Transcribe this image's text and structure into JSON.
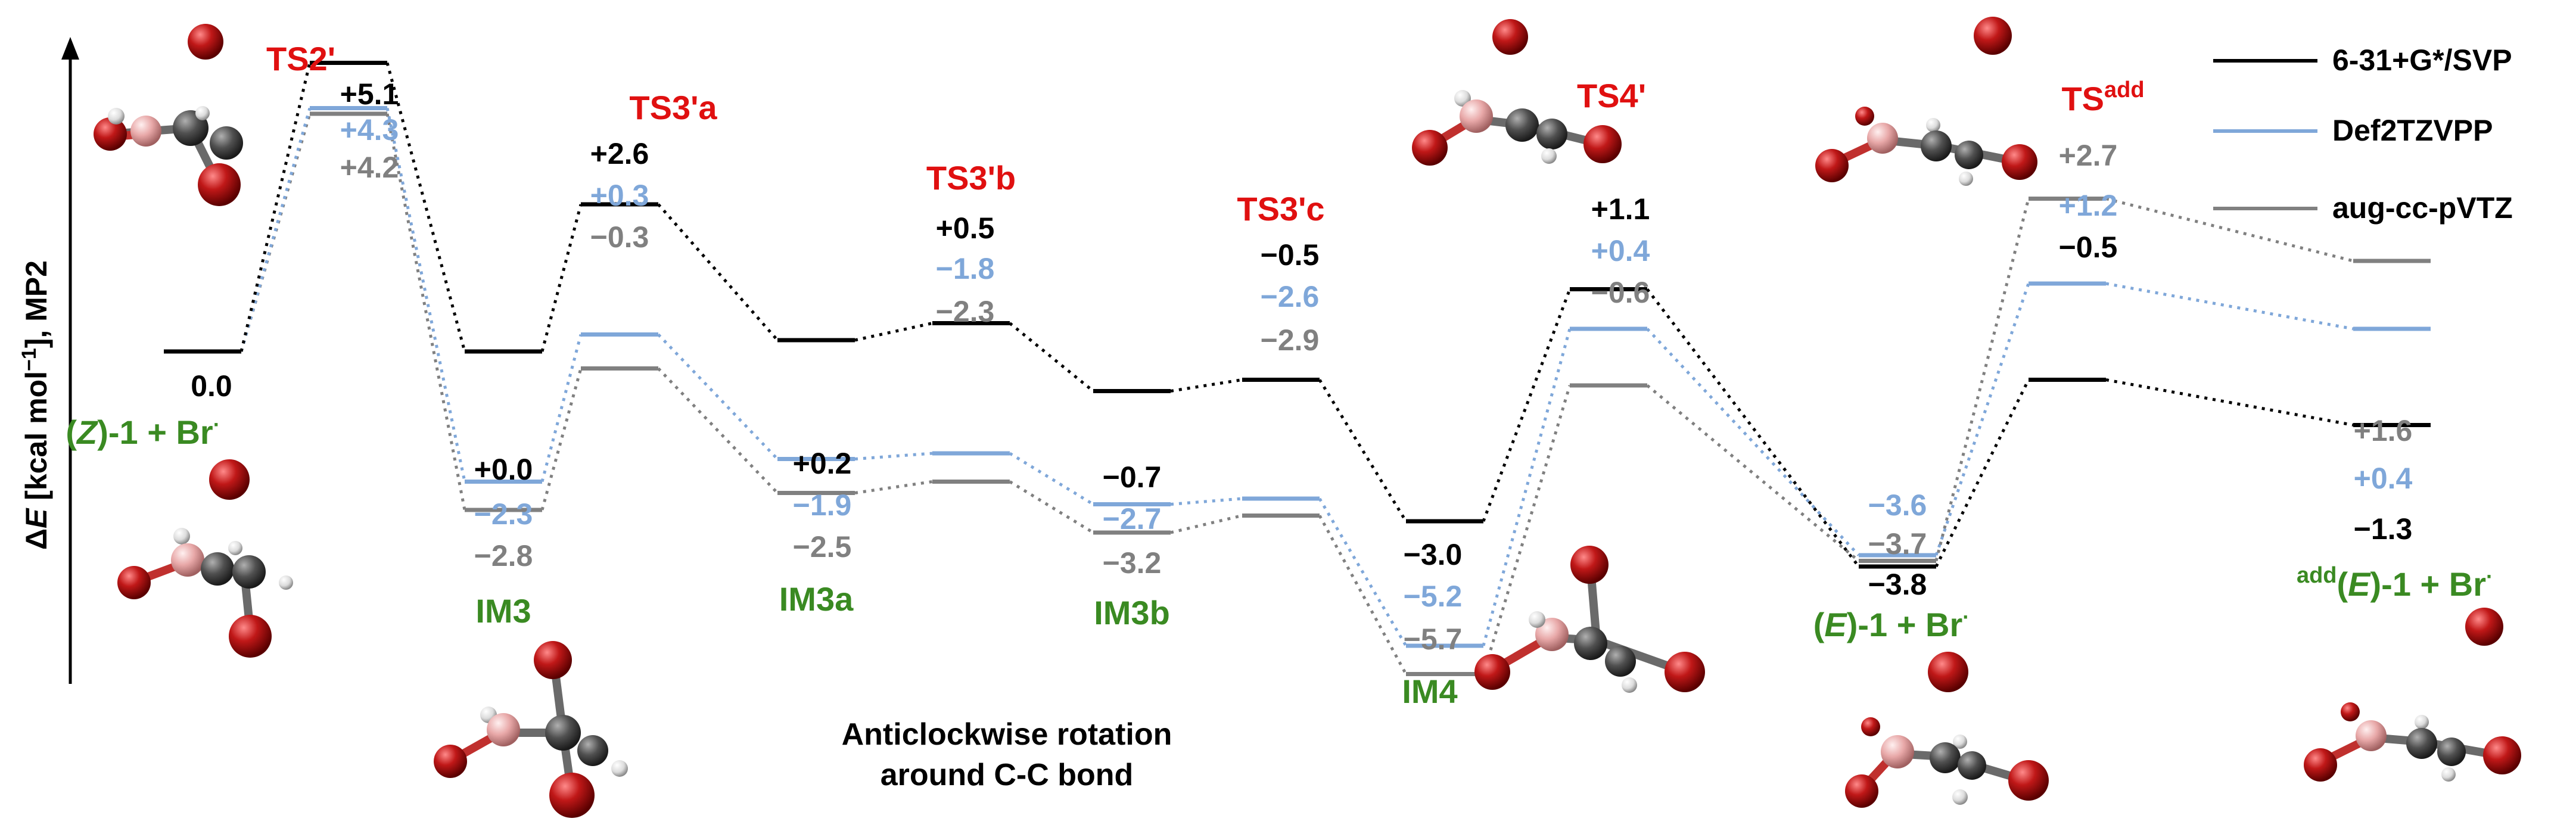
{
  "axis": {
    "y_prefix": "Δ",
    "y_var": "E",
    "y_rest": " [kcal mol",
    "y_sup": "−1",
    "y_end": "], MP2"
  },
  "x_caption": {
    "line1": "Anticlockwise rotation",
    "line2": "around C-C bond"
  },
  "legend": [
    {
      "key": "svp",
      "label": "6-31+G*/SVP",
      "color": "#000000"
    },
    {
      "key": "def2",
      "label": "Def2TZVPP",
      "color": "#7fa7d9"
    },
    {
      "key": "aug",
      "label": "aug-cc-pVTZ",
      "color": "#808080"
    }
  ],
  "colors": {
    "ts_label": "#e01010",
    "im_label": "#3a8a22",
    "bromine": "#b01010",
    "carbon": "#4a4a4a",
    "boron": "#e8a8a8",
    "hydrogen": "#e6e6e6"
  },
  "stationary_points": [
    {
      "id": "Z1",
      "kind": "IM",
      "label_prefix": "(",
      "label_italic": "Z",
      "label_suffix": ")-1 + Br",
      "label_sup": "·",
      "values": {
        "svp": "0.0"
      }
    },
    {
      "id": "TS2p",
      "kind": "TS",
      "label": "TS2'",
      "values": {
        "svp": "+5.1",
        "def2": "+4.3",
        "aug": "+4.2"
      }
    },
    {
      "id": "IM3",
      "kind": "IM",
      "label": "IM3",
      "values": {
        "svp": "+0.0",
        "def2": "−2.3",
        "aug": "−2.8"
      }
    },
    {
      "id": "TS3pa",
      "kind": "TS",
      "label": "TS3'a",
      "values": {
        "svp": "+2.6",
        "def2": "+0.3",
        "aug": "−0.3"
      }
    },
    {
      "id": "IM3a",
      "kind": "IM",
      "label": "IM3a",
      "values": {
        "svp": "+0.2",
        "def2": "−1.9",
        "aug": "−2.5"
      }
    },
    {
      "id": "TS3pb",
      "kind": "TS",
      "label": "TS3'b",
      "values": {
        "svp": "+0.5",
        "def2": "−1.8",
        "aug": "−2.3"
      }
    },
    {
      "id": "IM3b",
      "kind": "IM",
      "label": "IM3b",
      "values": {
        "svp": "−0.7",
        "def2": "−2.7",
        "aug": "−3.2"
      }
    },
    {
      "id": "TS3pc",
      "kind": "TS",
      "label": "TS3'c",
      "values": {
        "svp": "−0.5",
        "def2": "−2.6",
        "aug": "−2.9"
      }
    },
    {
      "id": "IM4",
      "kind": "IM",
      "label": "IM4",
      "values": {
        "svp": "−3.0",
        "def2": "−5.2",
        "aug": "−5.7"
      }
    },
    {
      "id": "TS4p",
      "kind": "TS",
      "label": "TS4'",
      "values": {
        "svp": "+1.1",
        "def2": "+0.4",
        "aug": "−0.6"
      }
    },
    {
      "id": "E1",
      "kind": "IM",
      "label_prefix": "(",
      "label_italic": "E",
      "label_suffix": ")-1 + Br",
      "label_sup": "·",
      "values": {
        "def2": "−3.6",
        "aug": "−3.7",
        "svp": "−3.8"
      }
    },
    {
      "id": "TSadd",
      "kind": "TS",
      "label": "TS",
      "label_sup": "add",
      "values": {
        "aug": "+2.7",
        "def2": "+1.2",
        "svp": "−0.5"
      }
    },
    {
      "id": "addE1",
      "kind": "IM",
      "label_pre_sup": "add",
      "label_prefix": "(",
      "label_italic": "E",
      "label_suffix": ")-1 + Br",
      "label_sup": "·",
      "values": {
        "aug": "+1.6",
        "def2": "+0.4",
        "svp": "−1.3"
      }
    }
  ]
}
